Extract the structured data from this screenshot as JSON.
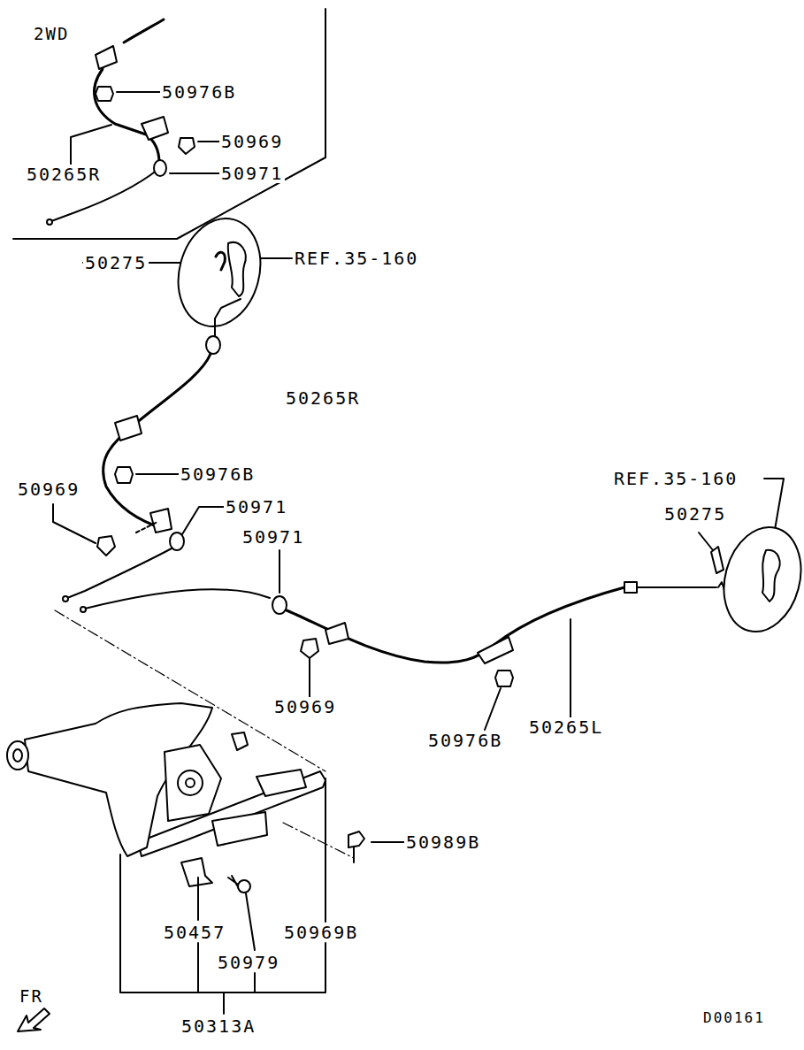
{
  "diagram": {
    "labels": [
      "2WD",
      "50976B",
      "50265R",
      "50969",
      "50971",
      "50275",
      "REF.35-160",
      "50265R",
      "50976B",
      "50969",
      "50971",
      "50971",
      "REF.35-160",
      "50275",
      "50969",
      "50976B",
      "50265L",
      "50989B",
      "50457",
      "50969B",
      "50979",
      "50313A",
      "FR",
      "D00161"
    ]
  }
}
